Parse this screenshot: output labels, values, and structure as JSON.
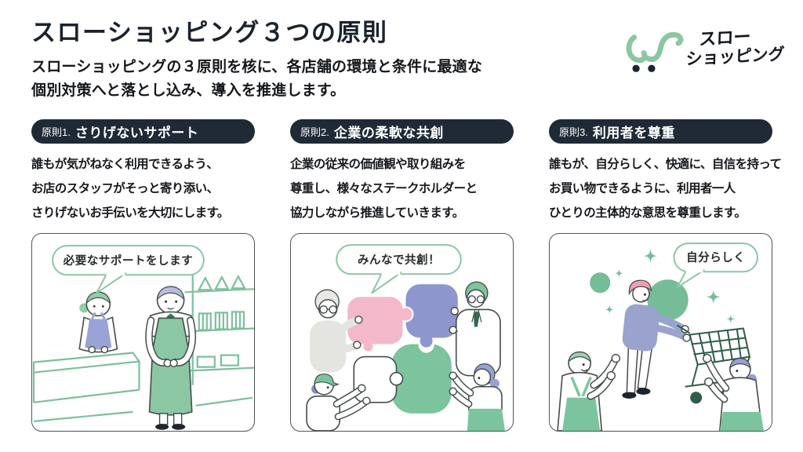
{
  "slide": {
    "title": "スローショッピング３つの原則",
    "subtitle": "スローショッピングの３原則を核に、各店舗の環境と条件に最適な\n個別対策へと落とし込み、導入を推進します。"
  },
  "logo": {
    "text_line1": "スロー",
    "text_line2": "ショッピング",
    "icon": "shopping-cart-swoosh-icon"
  },
  "principles": [
    {
      "badge": "原則1.",
      "name": "さりげないサポート",
      "description": "誰もが気がねなく利用できるよう、\nお店のスタッフがそっと寄り添い、\nさりげないお手伝いを大切にします。",
      "speech_bubble": "必要なサポートをします"
    },
    {
      "badge": "原則2.",
      "name": "企業の柔軟な共創",
      "description": "企業の従来の価値観や取り組みを\n尊重し、様々なステークホルダーと\n協力しながら推進していきます。",
      "speech_bubble": "みんなで共創！"
    },
    {
      "badge": "原則3.",
      "name": "利用者を尊重",
      "description": "誰もが、自分らしく、快適に、自信を持って\nお買い物できるように、利用者一人\nひとりの主体的な意思を尊重します。",
      "speech_bubble": "自分らしく"
    }
  ],
  "colors": {
    "badge_bg": "#1F2A36",
    "accent_green": "#8BC7A3",
    "accent_green_dark": "#74BD96",
    "illustration_purple": "#9AA3D6",
    "illustration_pink": "#F3B9CA",
    "text": "#15181C"
  }
}
